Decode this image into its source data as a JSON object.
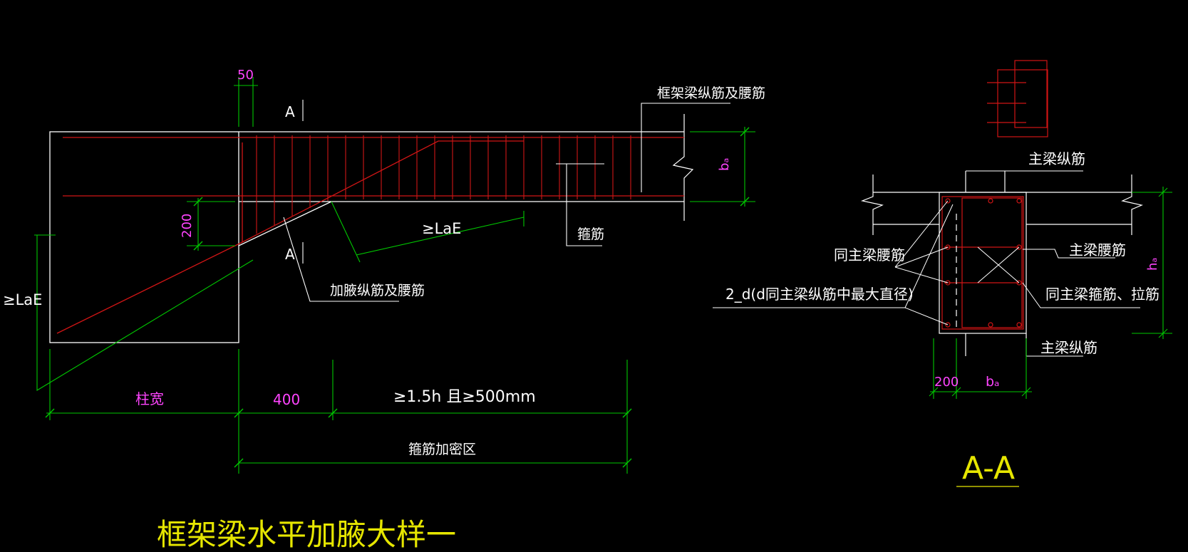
{
  "colors": {
    "background": "#000000",
    "outline": "#ffffff",
    "rebar": "#d01515",
    "dimension": "#00c800",
    "dim_text": "#ff44ff",
    "title": "#e6e600",
    "label": "#ffffff"
  },
  "main_detail": {
    "dim_50": "50",
    "section_mark_top": "A",
    "section_mark_bottom": "A",
    "label_frame_beam_bars": "框架梁纵筋及腰筋",
    "label_bb": "bₐ",
    "label_200": "200",
    "label_lae_inner": "≥LaE",
    "label_lae_left": "≥LaE",
    "label_stirrup": "箍筋",
    "label_haunch_bars": "加腋纵筋及腰筋",
    "dim_column_width": "柱宽",
    "dim_400": "400",
    "dim_extend": "≥1.5h 且≥500mm",
    "dim_dense_zone": "箍筋加密区",
    "title": "框架梁水平加腋大样一"
  },
  "section_detail": {
    "label_main_long_top": "主梁纵筋",
    "label_same_waist": "同主梁腰筋",
    "label_main_waist": "主梁腰筋",
    "label_2d": "2_d(d同主梁纵筋中最大直径)",
    "label_same_stirrup": "同主梁箍筋、拉筋",
    "label_main_long_bottom": "主梁纵筋",
    "label_hb": "hₐ",
    "dim_200": "200",
    "dim_bb": "bₐ",
    "title": "A-A"
  }
}
